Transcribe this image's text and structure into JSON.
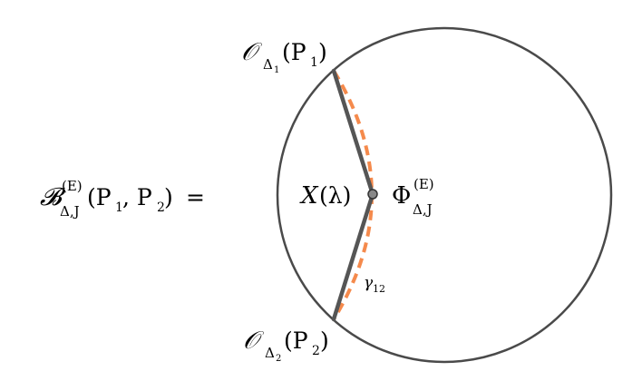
{
  "equation": {
    "lhs_symbol": "𝓑",
    "lhs_superscript": "(E)",
    "lhs_subscript": "Δ,J",
    "lhs_args": "(P",
    "lhs_arg1_sub": "1",
    "lhs_comma": ", P",
    "lhs_arg2_sub": "2",
    "lhs_close": ")",
    "equals": "="
  },
  "diagram": {
    "top_operator": {
      "symbol": "𝒪",
      "subscript": "Δ",
      "subsubscript": "1",
      "arg_open": "(P",
      "arg_sub": "1",
      "arg_close": ")"
    },
    "bottom_operator": {
      "symbol": "𝒪",
      "subscript": "Δ",
      "subsubscript": "2",
      "arg_open": "(P",
      "arg_sub": "2",
      "arg_close": ")"
    },
    "vertex_left": {
      "symbol": "X",
      "arg": "(λ)"
    },
    "vertex_right": {
      "symbol": "Φ",
      "superscript": "(E)",
      "subscript": "Δ,J"
    },
    "geodesic_label": {
      "symbol": "γ",
      "subscript": "12"
    },
    "colors": {
      "circle": "#4a4a4a",
      "edge": "#555555",
      "geodesic": "#f58a4c",
      "vertex_fill": "#888888"
    }
  }
}
